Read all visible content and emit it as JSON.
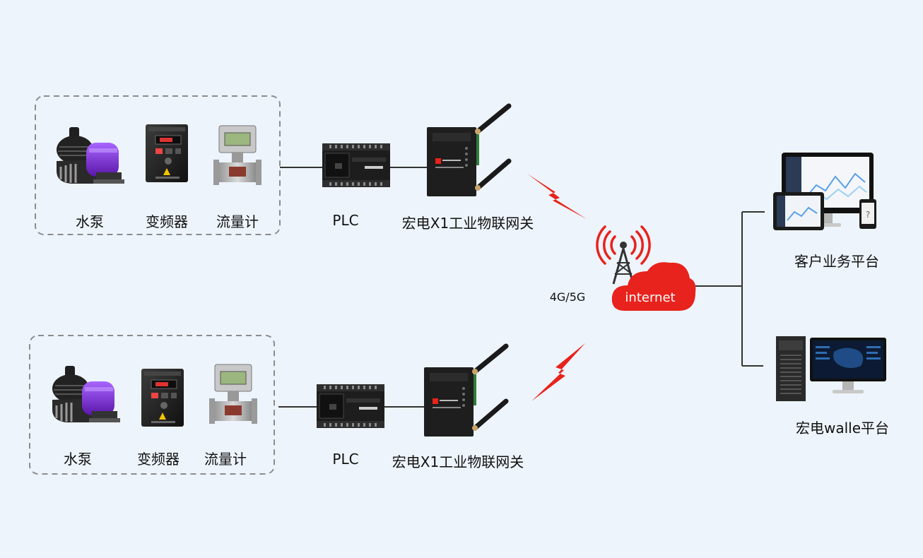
{
  "groups": [
    {
      "devices": {
        "pump": "水泵",
        "inverter": "变频器",
        "flowmeter": "流量计"
      },
      "plc": "PLC",
      "gateway": "宏电X1工业物联网关"
    },
    {
      "devices": {
        "pump": "水泵",
        "inverter": "变频器",
        "flowmeter": "流量计"
      },
      "plc": "PLC",
      "gateway": "宏电X1工业物联网关"
    }
  ],
  "network": {
    "type": "4G/5G",
    "cloud": "internet"
  },
  "platforms": {
    "customer": "客户业务平台",
    "walle": "宏电walle平台"
  },
  "colors": {
    "accent_red": "#e8221c",
    "pump_purple": "#7b2fd1",
    "line": "#333333",
    "dash": "#8c8c8c",
    "background": "#edf4fb"
  }
}
